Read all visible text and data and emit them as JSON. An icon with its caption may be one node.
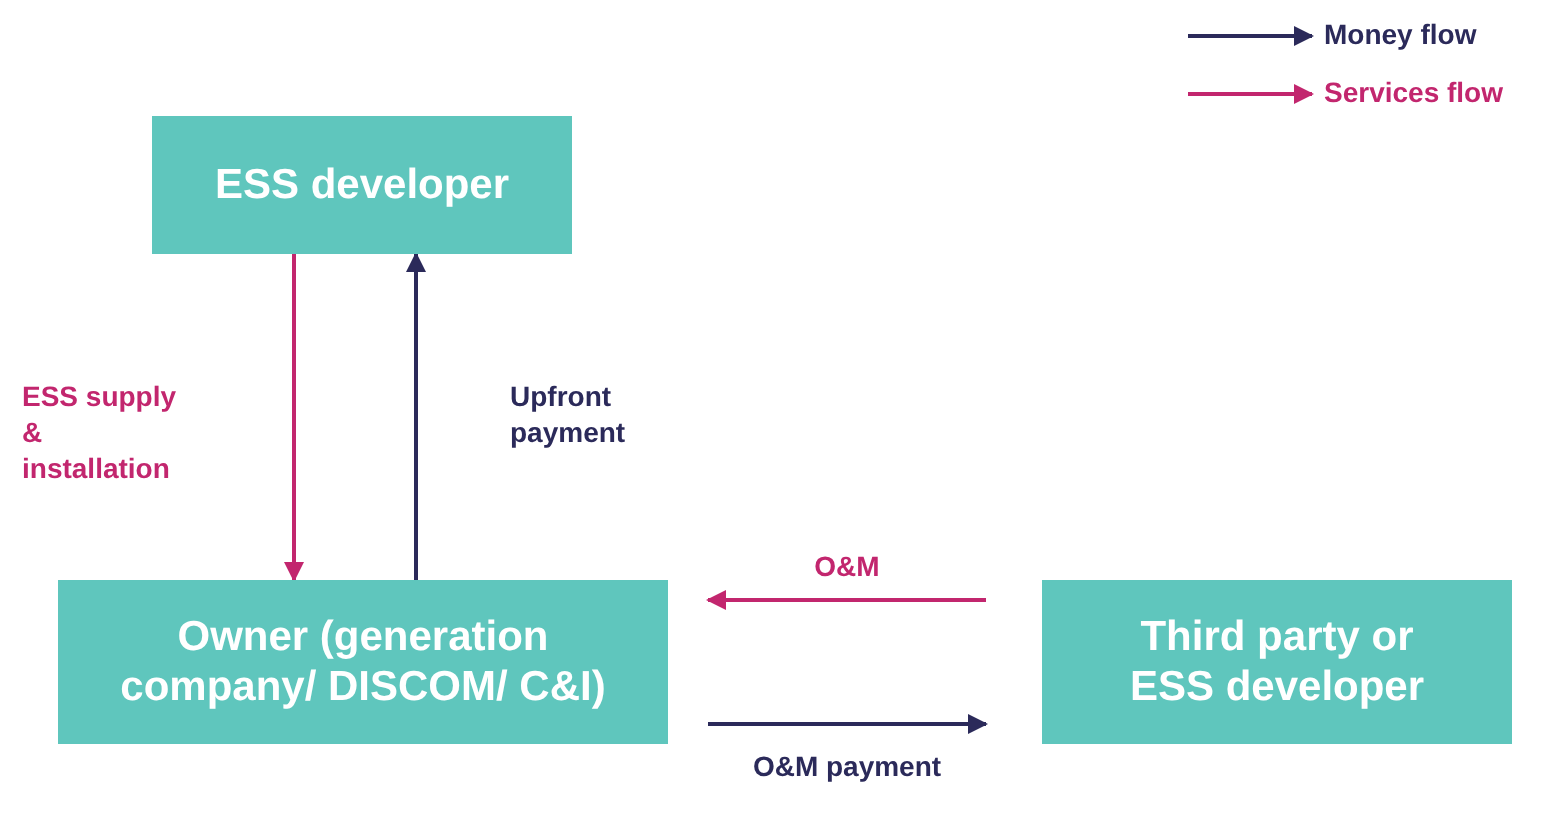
{
  "diagram": {
    "nodes": [
      {
        "text": [
          "ESS developer"
        ]
      },
      {
        "text": [
          "Owner (generation company/ DISCOM/ C&I)"
        ]
      },
      {
        "text": [
          "Third party or ESS developer"
        ]
      }
    ],
    "edges": [
      {
        "from": 0,
        "to": 1,
        "arrow": "to",
        "label": "ESS supply & installation",
        "color": "#c2266e"
      },
      {
        "from": 1,
        "to": 0,
        "arrow": "to",
        "label": "Upfront payment",
        "color": "#2b2a5a"
      },
      {
        "from": 2,
        "to": 1,
        "arrow": "to",
        "label": "O&M",
        "color": "#c2266e"
      },
      {
        "from": 1,
        "to": 2,
        "arrow": "to",
        "label": "O&M payment",
        "color": "#2b2a5a"
      }
    ],
    "legend": [
      {
        "text": "Money flow",
        "color": "#2b2a5a"
      },
      {
        "text": "Services flow",
        "color": "#c2266e"
      }
    ]
  }
}
